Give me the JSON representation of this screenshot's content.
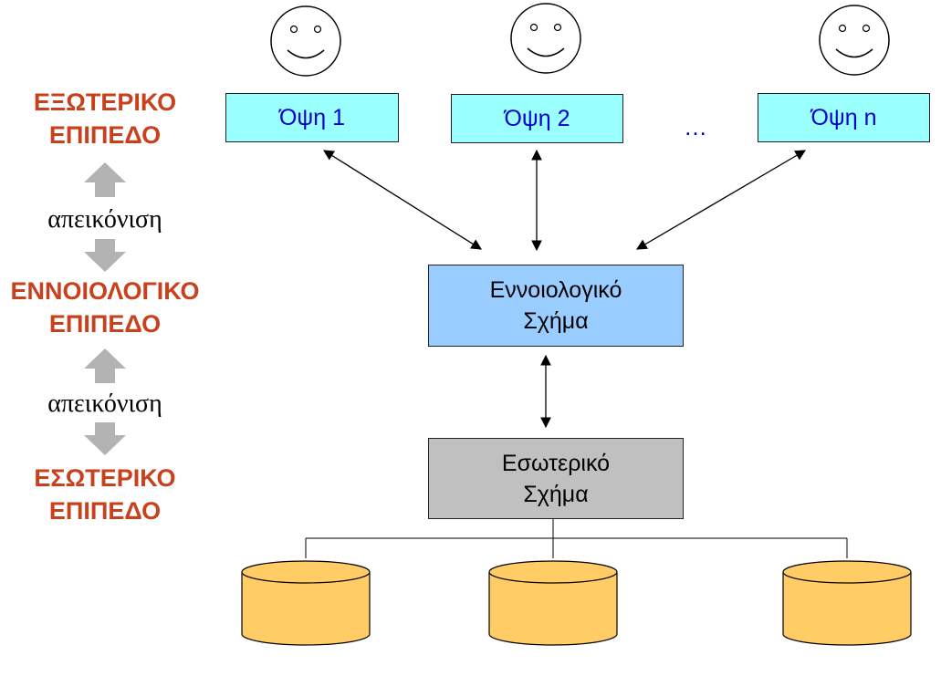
{
  "levels": {
    "external": {
      "line1": "ΕΞΩΤΕΡΙΚΟ",
      "line2": "ΕΠΙΠΕΔΟ"
    },
    "conceptual": {
      "line1": "ΕΝΝΟΙΟΛΟΓΙΚΟ",
      "line2": "ΕΠΙΠΕΔΟ"
    },
    "internal": {
      "line1": "ΕΣΩΤΕΡΙΚΟ",
      "line2": "ΕΠΙΠΕΔΟ"
    }
  },
  "mappings": {
    "upper": "απεικόνιση",
    "lower": "απεικόνιση"
  },
  "views": [
    {
      "label": "Όψη 1"
    },
    {
      "label": "Όψη 2"
    },
    {
      "label": "Όψη n"
    }
  ],
  "ellipsis": "…",
  "conceptual_schema": {
    "line1": "Εννοιολογικό",
    "line2": "Σχήμα"
  },
  "internal_schema": {
    "line1": "Εσωτερικό",
    "line2": "Σχήμα"
  },
  "colors": {
    "level_text": "#c8401c",
    "view_fill": "#99ffff",
    "view_text": "#0000cc",
    "conceptual_fill": "#99ccff",
    "internal_fill": "#c0c0c0",
    "arrow_gray": "#b3b3b3",
    "storage_fill": "#ffcc66"
  }
}
